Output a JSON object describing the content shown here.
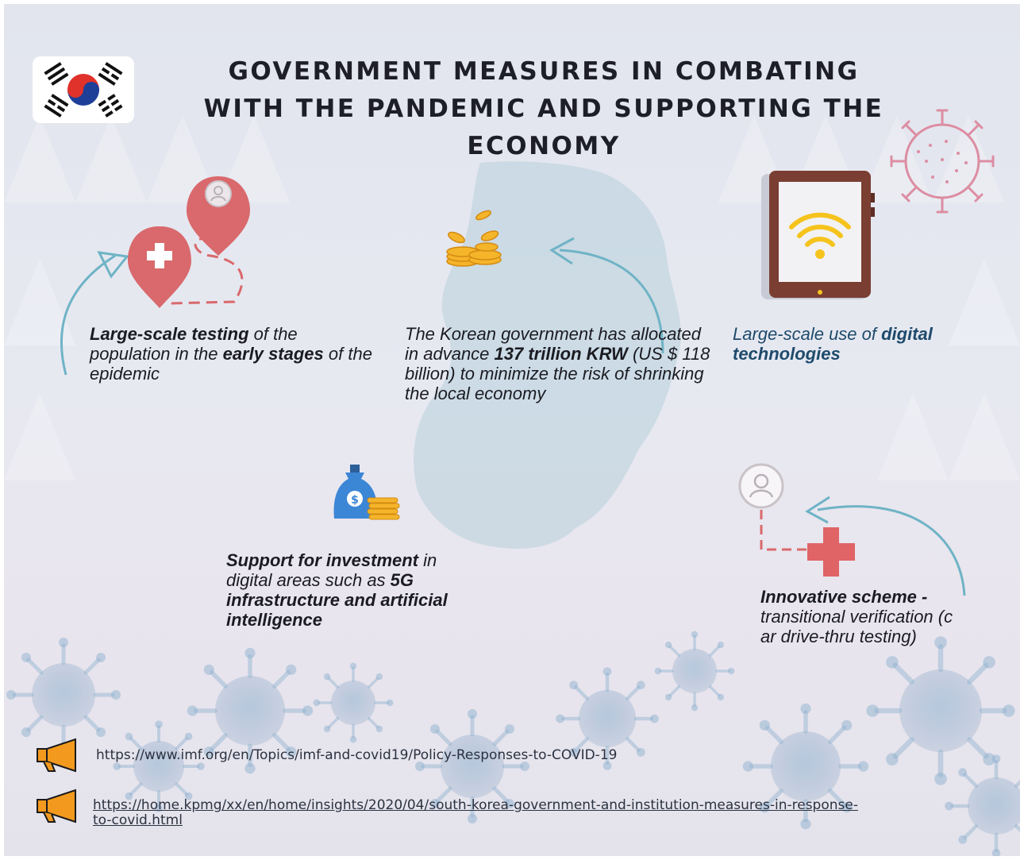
{
  "title": "GOVERNMENT MEASURES IN COMBATING WITH THE PANDEMIC AND SUPPORTING THE ECONOMY",
  "measures": {
    "testing": {
      "p1": "Large-scale testing",
      "p2": " of the population in the ",
      "p3": "early stages",
      "p4": " of the epidemic"
    },
    "budget": {
      "p1": "The Korean government has allocated in advance ",
      "p2": "137 trillion KRW",
      "p3": " (US $ 118 billion) to minimize the risk of shrinking the local economy"
    },
    "digital": {
      "p1": "Large-scale use of ",
      "p2": "digital technologies"
    },
    "investment": {
      "p1": "Support for investment",
      "p2": " in digital areas such as ",
      "p3": "5G infrastructure and artificial intelligence"
    },
    "innovation": {
      "p1": "Innovative scheme -",
      "p2": "transitional verification (c",
      "p3": "ar drive-thru testing)"
    }
  },
  "icons": {
    "flag": "south-korea-flag-icon",
    "testing": "map-pin-cross-icon",
    "budget": "gold-coins-icon",
    "digital": "tablet-wifi-icon",
    "virus": "virus-icon",
    "investment": "money-bag-icon",
    "innovation": "user-cross-path-icon",
    "source": "megaphone-icon"
  },
  "sources": [
    {
      "url": "https://www.imf.org/en/Topics/imf-and-covid19/Policy-Responses-to-COVID-19"
    },
    {
      "url_line1": "https://home.kpmg/xx/en/home/insights/2020/04/south-korea-government-and-institution-measures-in-response-",
      "url_line2": "to-covid.html"
    }
  ],
  "colors": {
    "pin_red": "#d9696c",
    "arrow_teal": "#6fb3c6",
    "tablet_brown": "#7a3e32",
    "wifi_yellow": "#f6c31d",
    "virus_pink": "#dc8da2",
    "megaphone_orange": "#f39a1e",
    "cross_red": "#e06466",
    "title_dark": "#1e1e28",
    "digital_blue": "#1e4a6b"
  }
}
